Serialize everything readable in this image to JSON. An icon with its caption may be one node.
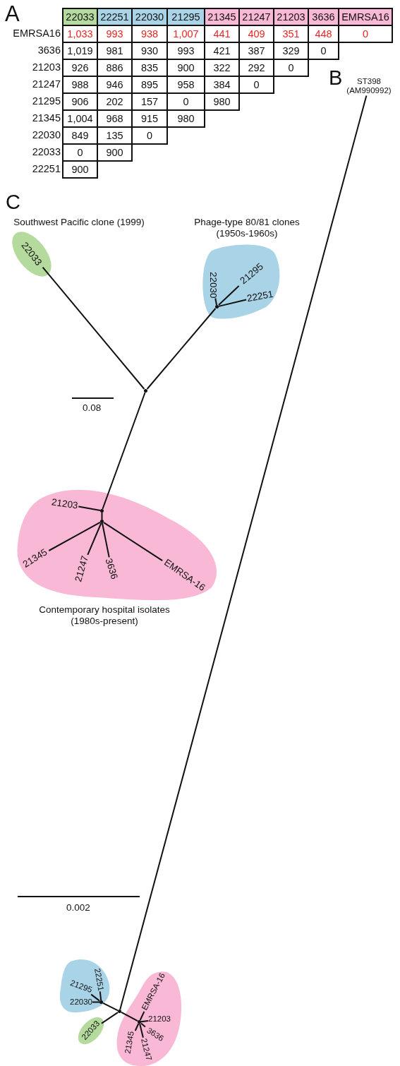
{
  "diagram": {
    "nodes": [
      {
        "text": [
          "ST398 (AM990992)"
        ]
      },
      {
        "text": [
          "Southwest Pacific clone (1999)"
        ]
      },
      {
        "text": [
          "22033"
        ],
        "in": 1
      },
      {
        "text": [
          "Phage-type 80/81 clones (1950s-1960s)"
        ]
      },
      {
        "text": [
          "22030"
        ],
        "in": 3
      },
      {
        "text": [
          "21295"
        ],
        "in": 3
      },
      {
        "text": [
          "22251"
        ],
        "in": 3
      },
      {
        "text": [
          "Contemporary hospital isolates (1980s-present)"
        ]
      },
      {
        "text": [
          "21203"
        ],
        "in": 7
      },
      {
        "text": [
          "21345"
        ],
        "in": 7
      },
      {
        "text": [
          "21247"
        ],
        "in": 7
      },
      {
        "text": [
          "3636"
        ],
        "in": 7
      },
      {
        "text": [
          "EMRSA-16"
        ],
        "in": 7
      },
      {
        "text": [],
        "shape": "blob"
      },
      {
        "text": [
          "22251"
        ],
        "in": 13
      },
      {
        "text": [
          "21295"
        ],
        "in": 13
      },
      {
        "text": [
          "22030"
        ],
        "in": 13
      },
      {
        "text": [],
        "shape": "blob"
      },
      {
        "text": [
          "22033"
        ],
        "in": 17
      },
      {
        "text": [],
        "shape": "blob"
      },
      {
        "text": [
          "EMRSA-16"
        ],
        "in": 19
      },
      {
        "text": [
          "21203"
        ],
        "in": 19
      },
      {
        "text": [
          "3636"
        ],
        "in": 19
      },
      {
        "text": [
          "21247"
        ],
        "in": 19
      },
      {
        "text": [
          "21345"
        ],
        "in": 19
      },
      {
        "text": [],
        "shape": "point"
      },
      {
        "text": [],
        "shape": "point",
        "in": 3
      },
      {
        "text": [],
        "shape": "point",
        "in": 7
      },
      {
        "text": [],
        "shape": "point",
        "in": 7
      },
      {
        "text": [],
        "shape": "point"
      },
      {
        "text": [],
        "shape": "point",
        "in": 13
      },
      {
        "text": [],
        "shape": "point",
        "in": 19
      }
    ],
    "edges": [
      {
        "from": 25,
        "to": 2,
        "arrow": "none"
      },
      {
        "from": 25,
        "to": 26,
        "arrow": "none"
      },
      {
        "from": 26,
        "to": 4,
        "arrow": "none"
      },
      {
        "from": 26,
        "to": 5,
        "arrow": "none"
      },
      {
        "from": 26,
        "to": 6,
        "arrow": "none"
      },
      {
        "from": 25,
        "to": 27,
        "arrow": "none"
      },
      {
        "from": 27,
        "to": 8,
        "arrow": "none"
      },
      {
        "from": 27,
        "to": 28,
        "arrow": "none"
      },
      {
        "from": 28,
        "to": 9,
        "arrow": "none"
      },
      {
        "from": 28,
        "to": 10,
        "arrow": "none"
      },
      {
        "from": 28,
        "to": 11,
        "arrow": "none"
      },
      {
        "from": 28,
        "to": 12,
        "arrow": "none"
      },
      {
        "from": 0,
        "to": 29,
        "arrow": "none"
      },
      {
        "from": 29,
        "to": 30,
        "arrow": "none"
      },
      {
        "from": 30,
        "to": 14,
        "arrow": "none"
      },
      {
        "from": 30,
        "to": 15,
        "arrow": "none"
      },
      {
        "from": 30,
        "to": 16,
        "arrow": "none"
      },
      {
        "from": 29,
        "to": 18,
        "arrow": "none"
      },
      {
        "from": 29,
        "to": 31,
        "arrow": "none"
      },
      {
        "from": 31,
        "to": 20,
        "arrow": "none"
      },
      {
        "from": 31,
        "to": 21,
        "arrow": "none"
      },
      {
        "from": 31,
        "to": 22,
        "arrow": "none"
      },
      {
        "from": 31,
        "to": 23,
        "arrow": "none"
      },
      {
        "from": 31,
        "to": 24,
        "arrow": "none"
      }
    ],
    "labels": [
      "A",
      "22033",
      "22251",
      "22030",
      "21295",
      "21345",
      "21247",
      "21203",
      "3636",
      "EMRSA16",
      "EMRSA16",
      "1,033",
      "993",
      "938",
      "1,007",
      "441",
      "409",
      "351",
      "448",
      "0",
      "3636",
      "1,019",
      "981",
      "930",
      "993",
      "421",
      "387",
      "329",
      "0",
      "21203",
      "926",
      "886",
      "835",
      "900",
      "322",
      "292",
      "0",
      "21247",
      "988",
      "946",
      "895",
      "958",
      "384",
      "0",
      "21295",
      "906",
      "202",
      "157",
      "0",
      "980",
      "21345",
      "1,004",
      "968",
      "915",
      "980",
      "22030",
      "849",
      "135",
      "0",
      "22033",
      "0",
      "900",
      "22251",
      "900",
      "B",
      "C",
      "0.08",
      "0.002"
    ]
  }
}
